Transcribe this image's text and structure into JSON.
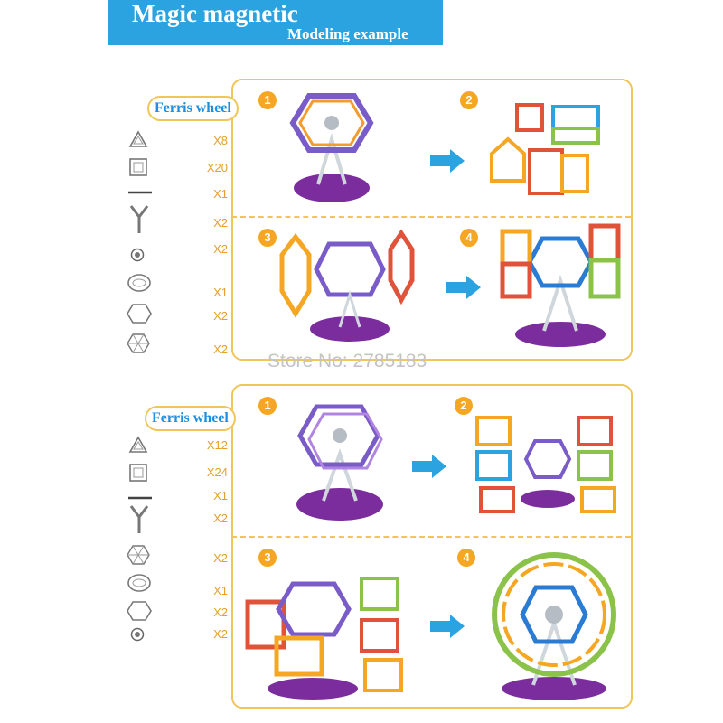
{
  "header": {
    "title": "Magic magnetic",
    "subtitle": "Modeling example"
  },
  "store": "Store No: 2785183",
  "colors": {
    "banner": "#2aa3e0",
    "accent": "#f5a623",
    "border": "#f0c65a",
    "pill_text": "#1e8fe0",
    "quantity": "#e5a02b",
    "base": "#7b2d9e"
  },
  "sections": [
    {
      "label": "Ferris wheel",
      "steps": [
        "1",
        "2",
        "3",
        "4"
      ],
      "parts": [
        {
          "icon": "triangle-piece-icon",
          "qty": "X8"
        },
        {
          "icon": "square-piece-icon",
          "qty": "X20"
        },
        {
          "icon": "rod-piece-icon",
          "qty": "X1"
        },
        {
          "icon": "y-stand-piece-icon",
          "qty": "X2"
        },
        {
          "icon": "hub-piece-icon",
          "qty": "X2"
        },
        {
          "icon": "oval-base-piece-icon",
          "qty": "X1"
        },
        {
          "icon": "hexagon-piece-icon",
          "qty": "X2"
        },
        {
          "icon": "hexagon-star-piece-icon",
          "qty": "X2"
        }
      ]
    },
    {
      "label": "Ferris wheel",
      "steps": [
        "1",
        "2",
        "3",
        "4"
      ],
      "parts": [
        {
          "icon": "triangle-piece-icon",
          "qty": "X12"
        },
        {
          "icon": "square-piece-icon",
          "qty": "X24"
        },
        {
          "icon": "rod-piece-icon",
          "qty": "X1"
        },
        {
          "icon": "y-stand-piece-icon",
          "qty": "X2"
        },
        {
          "icon": "hexagon-star-piece-icon",
          "qty": "X2"
        },
        {
          "icon": "oval-base-piece-icon",
          "qty": "X1"
        },
        {
          "icon": "hexagon-piece-icon",
          "qty": "X2"
        },
        {
          "icon": "hub-piece-icon",
          "qty": "X2"
        }
      ]
    }
  ]
}
